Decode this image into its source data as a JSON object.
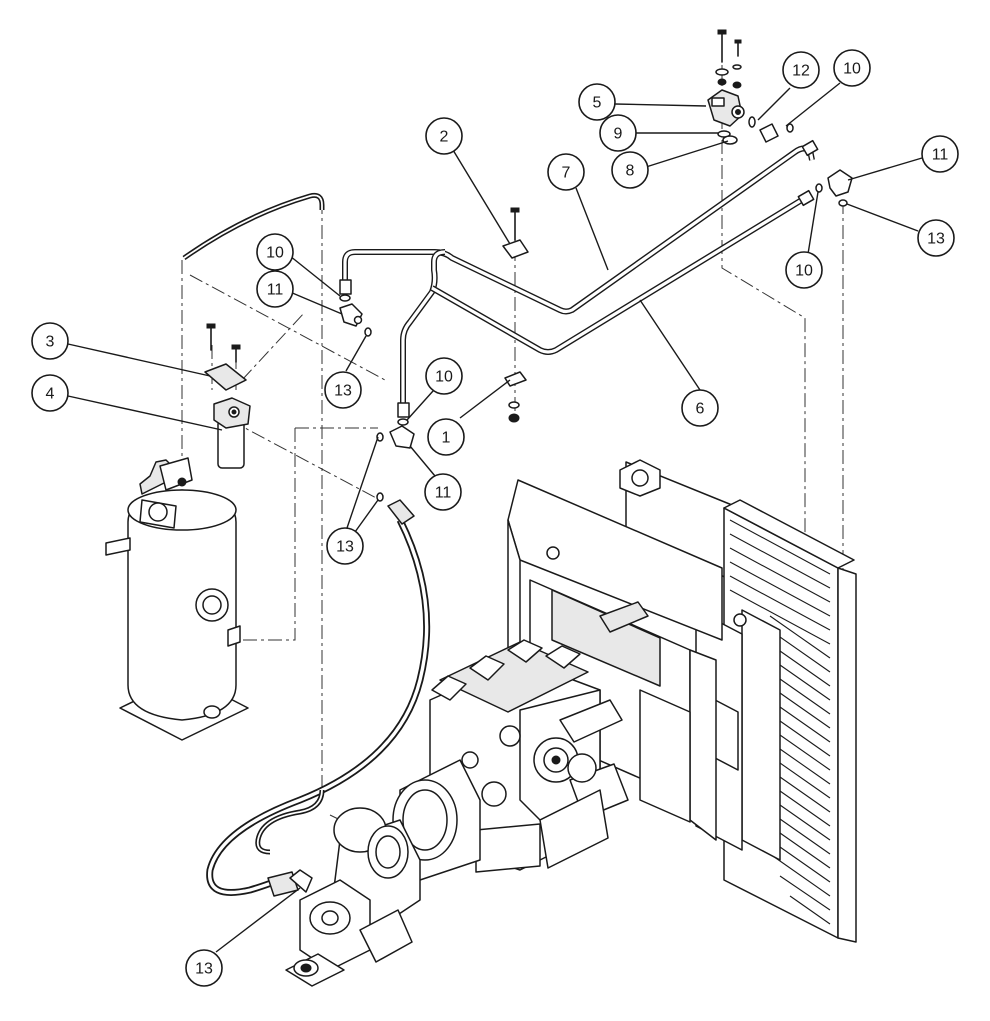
{
  "diagram": {
    "callouts": [
      {
        "id": "c1",
        "label": "1"
      },
      {
        "id": "c2",
        "label": "2"
      },
      {
        "id": "c3",
        "label": "3"
      },
      {
        "id": "c4",
        "label": "4"
      },
      {
        "id": "c5",
        "label": "5"
      },
      {
        "id": "c6",
        "label": "6"
      },
      {
        "id": "c7",
        "label": "7"
      },
      {
        "id": "c8",
        "label": "8"
      },
      {
        "id": "c9",
        "label": "9"
      },
      {
        "id": "c10a",
        "label": "10"
      },
      {
        "id": "c10b",
        "label": "10"
      },
      {
        "id": "c10c",
        "label": "10"
      },
      {
        "id": "c10d",
        "label": "10"
      },
      {
        "id": "c11a",
        "label": "11"
      },
      {
        "id": "c11b",
        "label": "11"
      },
      {
        "id": "c11c",
        "label": "11"
      },
      {
        "id": "c12",
        "label": "12"
      },
      {
        "id": "c13a",
        "label": "13"
      },
      {
        "id": "c13b",
        "label": "13"
      },
      {
        "id": "c13c",
        "label": "13"
      },
      {
        "id": "c13d",
        "label": "13"
      }
    ]
  }
}
